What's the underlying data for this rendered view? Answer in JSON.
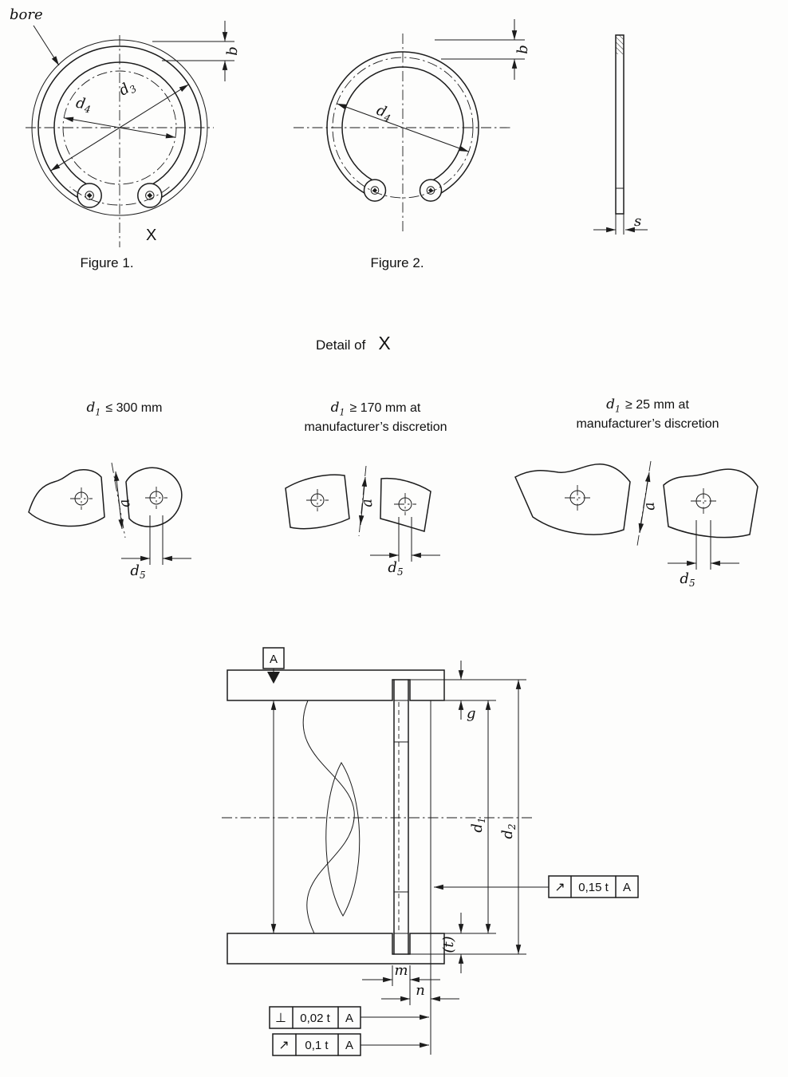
{
  "figure1": {
    "caption": "Figure 1.",
    "bore_label": "bore",
    "dim_b": "b",
    "dim_d4": {
      "letter": "d",
      "sub": "4"
    },
    "dim_d3": {
      "letter": "d",
      "sub": "3"
    },
    "detail_marker": "X"
  },
  "figure2": {
    "caption": "Figure 2.",
    "dim_b": "b",
    "dim_d4": {
      "letter": "d",
      "sub": "4"
    }
  },
  "side_view": {
    "dim_s": "s"
  },
  "detail": {
    "heading_prefix": "Detail of",
    "heading_marker": "X",
    "variants": [
      {
        "sym_letter": "d",
        "sym_sub": "1",
        "cond": "≤  300 mm",
        "line2": "",
        "dim_a": "a",
        "dim_d5_letter": "d",
        "dim_d5_sub": "5"
      },
      {
        "sym_letter": "d",
        "sym_sub": "1",
        "cond": "≥ 170 mm at",
        "line2": "manufacturer’s discretion",
        "dim_a": "a",
        "dim_d5_letter": "d",
        "dim_d5_sub": "5"
      },
      {
        "sym_letter": "d",
        "sym_sub": "1",
        "cond": "≥ 25 mm at",
        "line2": "manufacturer’s discretion",
        "dim_a": "a",
        "dim_d5_letter": "d",
        "dim_d5_sub": "5"
      }
    ]
  },
  "installation": {
    "datum_label": "A",
    "dim_g": "g",
    "dim_d1": {
      "letter": "d",
      "sub": "1"
    },
    "dim_d2": {
      "letter": "d",
      "sub": "2"
    },
    "dim_t": "(t)",
    "dim_m": "m",
    "dim_n": "n",
    "fcf": [
      {
        "symbol": "↗",
        "value": "0,15 t",
        "datum": "A"
      },
      {
        "symbol": "⊥",
        "value": "0,02 t",
        "datum": "A"
      },
      {
        "symbol": "↗",
        "value": "0,1 t",
        "datum": "A"
      }
    ]
  }
}
